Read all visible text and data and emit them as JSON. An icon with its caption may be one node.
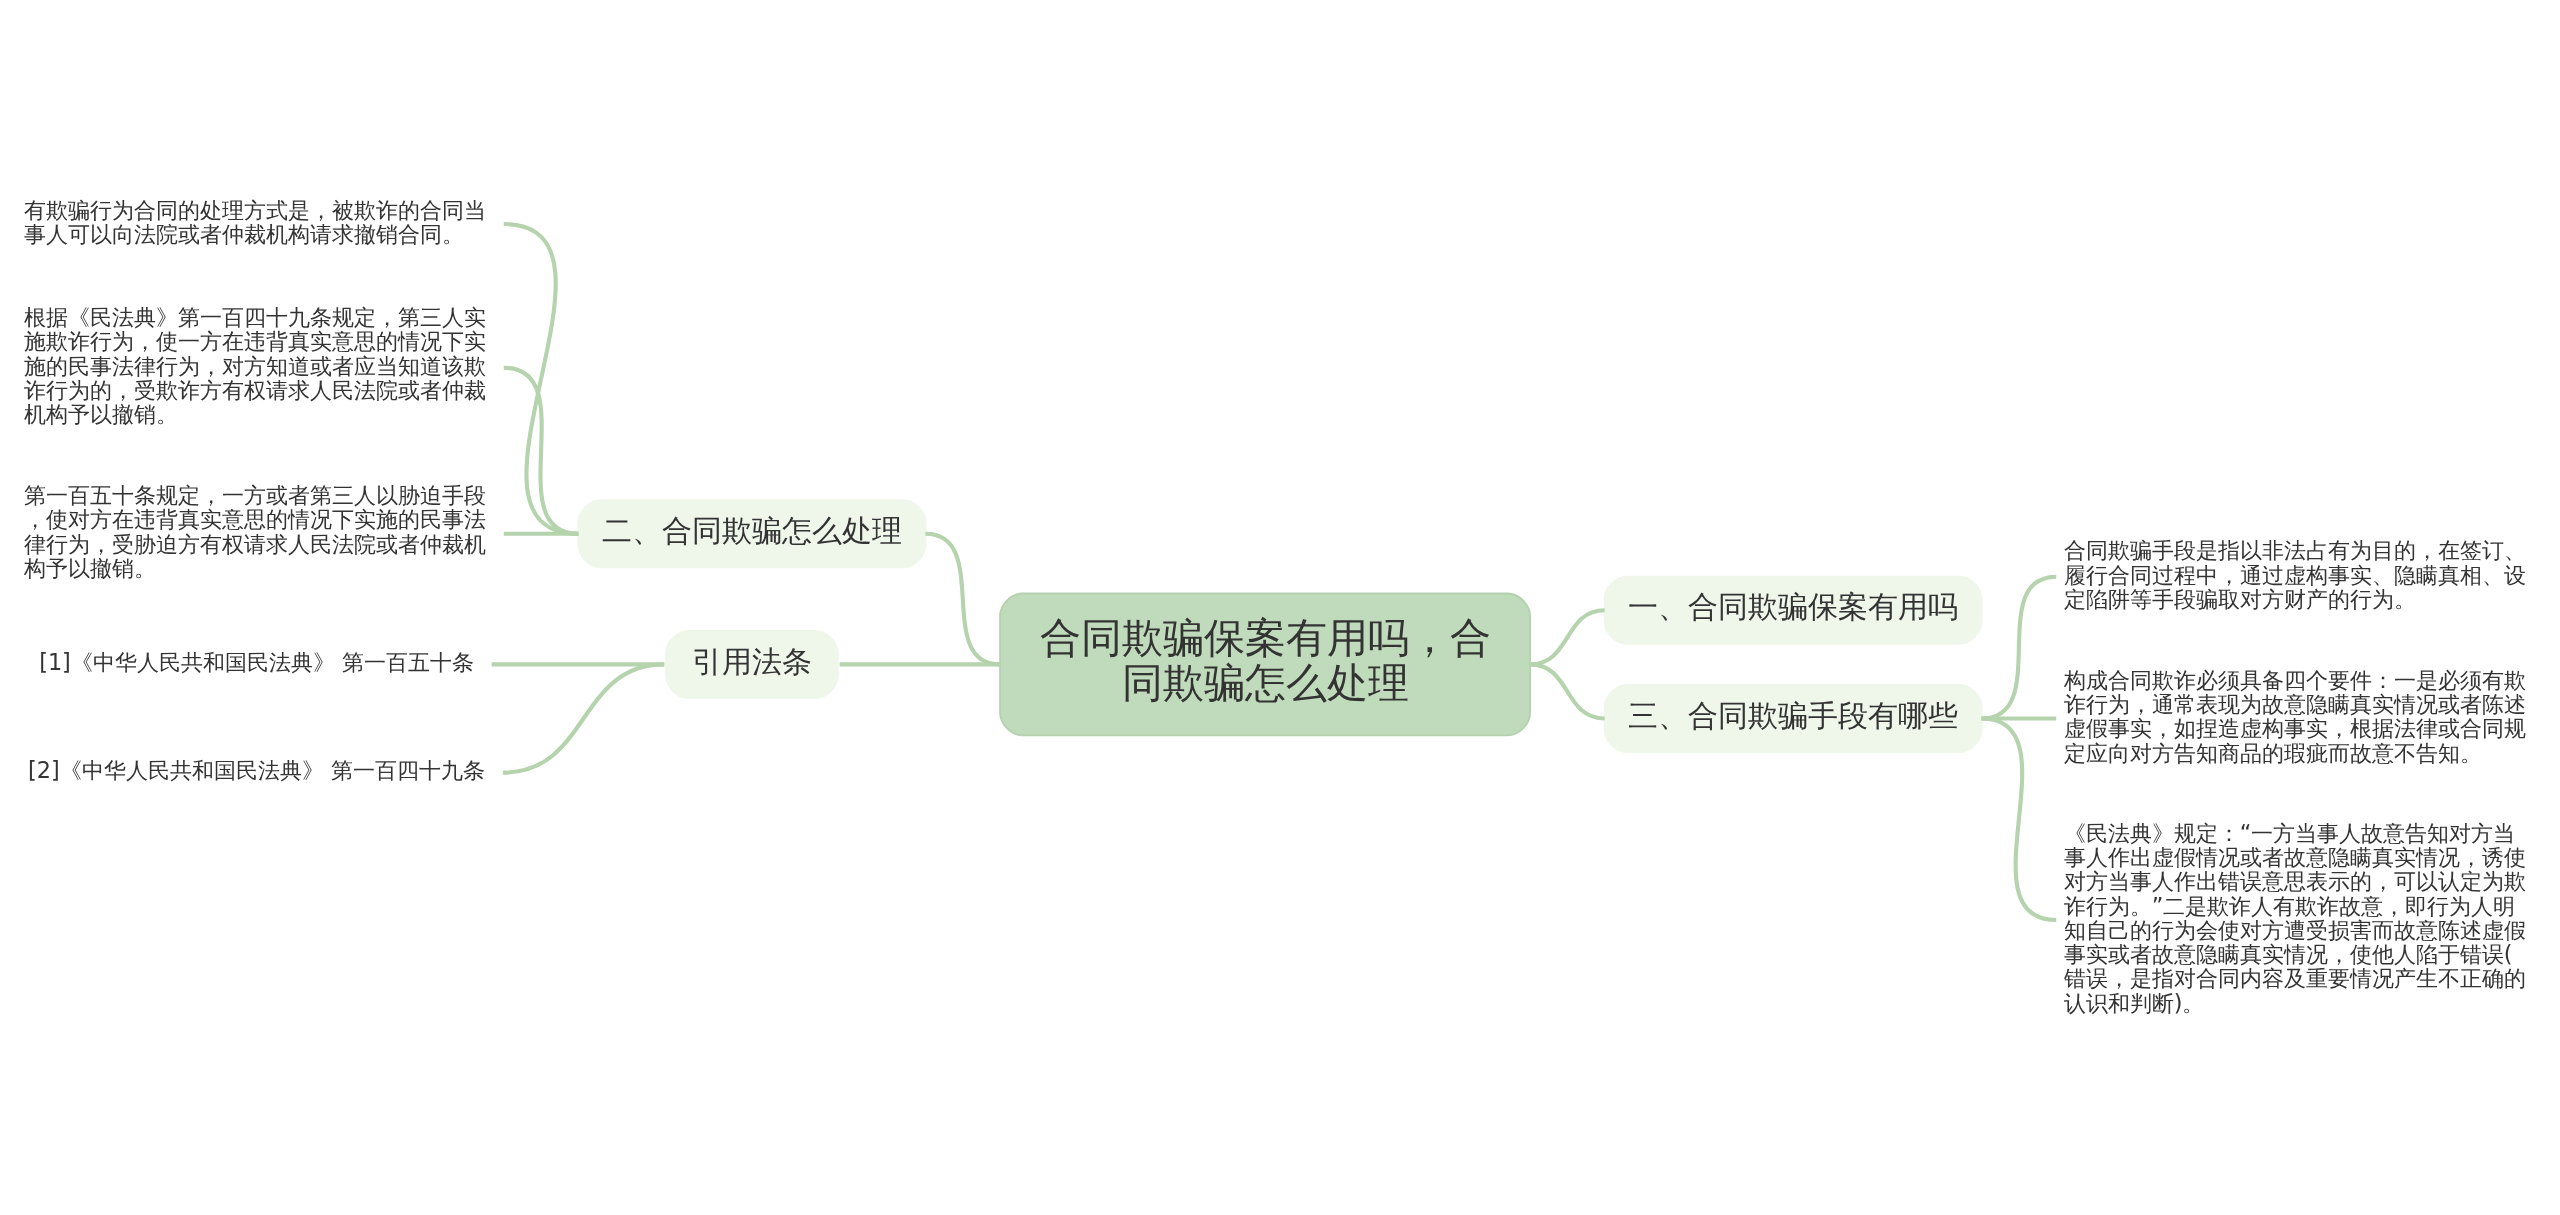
{
  "diagram": {
    "nodes": [
      {
        "text": [
          "合同欺骗保案有用吗，合同欺骗怎么处理"
        ]
      },
      {
        "text": [
          "一、合同欺骗保案有用吗"
        ]
      },
      {
        "text": [
          "三、合同欺骗手段有哪些"
        ]
      },
      {
        "text": [
          "合同欺骗手段是指以非法占有为目的，在签订、履行合同过程中，通过虚构事实、隐瞒真相、设定陷阱等手段骗取对方财产的行为。"
        ]
      },
      {
        "text": [
          "构成合同欺诈必须具备四个要件：一是必须有欺诈行为，通常表现为故意隐瞒真实情况或者陈述虚假事实，如捏造虚构事实，根据法律或合同规定应向对方告知商品的瑕疵而故意不告知。"
        ]
      },
      {
        "text": [
          "《民法典》规定：“一方当事人故意告知对方当事人作出虚假情况或者故意隐瞒真实情况，诱使对方当事人作出错误意思表示的，可以认定为欺诈行为。”二是欺诈人有欺诈故意，即行为人明知自己的行为会使对方遭受损害而故意陈述虚假事实或者故意隐瞒真实情况，使他人陷于错误(错误，是指对合同内容及重要情况产生不正确的认识和判断)。"
        ]
      },
      {
        "text": [
          "二、合同欺骗怎么处理"
        ]
      },
      {
        "text": [
          "有欺骗行为合同的处理方式是，被欺诈的合同当事人可以向法院或者仲裁机构请求撤销合同。"
        ]
      },
      {
        "text": [
          "根据《民法典》第一百四十九条规定，第三人实施欺诈行为，使一方在违背真实意思的情况下实施的民事法律行为，对方知道或者应当知道该欺诈行为的，受欺诈方有权请求人民法院或者仲裁机构予以撤销。"
        ]
      },
      {
        "text": [
          "第一百五十条规定，一方或者第三人以胁迫手段，使对方在违背真实意思的情况下实施的民事法律行为，受胁迫方有权请求人民法院或者仲裁机构予以撤销。"
        ]
      },
      {
        "text": [
          "引用法条"
        ]
      },
      {
        "text": [
          "[1]《中华人民共和国民法典》 第一百五十条"
        ]
      },
      {
        "text": [
          "[2]《中华人民共和国民法典》 第一百四十九条"
        ]
      }
    ],
    "edges": [
      {
        "from": 0,
        "to": 1,
        "arrow": "none"
      },
      {
        "from": 0,
        "to": 2,
        "arrow": "none"
      },
      {
        "from": 2,
        "to": 3,
        "arrow": "none"
      },
      {
        "from": 2,
        "to": 4,
        "arrow": "none"
      },
      {
        "from": 2,
        "to": 5,
        "arrow": "none"
      },
      {
        "from": 0,
        "to": 6,
        "arrow": "none"
      },
      {
        "from": 6,
        "to": 7,
        "arrow": "none"
      },
      {
        "from": 6,
        "to": 8,
        "arrow": "none"
      },
      {
        "from": 6,
        "to": 9,
        "arrow": "none"
      },
      {
        "from": 0,
        "to": 10,
        "arrow": "none"
      },
      {
        "from": 10,
        "to": 11,
        "arrow": "none"
      },
      {
        "from": 10,
        "to": 12,
        "arrow": "none"
      }
    ]
  }
}
